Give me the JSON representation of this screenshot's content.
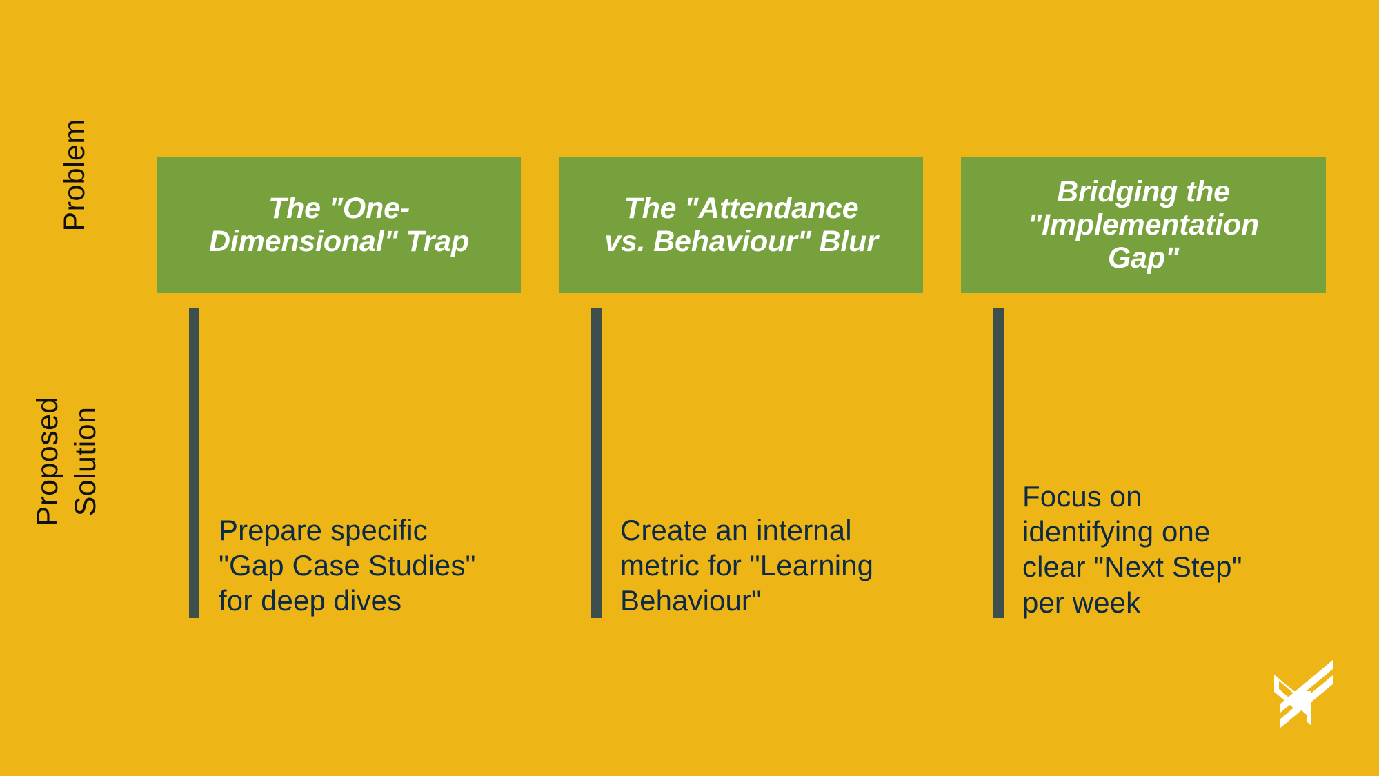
{
  "slide": {
    "background_color": "#EEB516",
    "box_color": "#76A13C",
    "connector_color": "#3C4F4C",
    "title_text_color": "#FFFFFF",
    "body_text_color": "#0D2A46"
  },
  "rows": {
    "problem_label": "Problem",
    "solution_label": "Proposed\nSolution"
  },
  "columns": [
    {
      "problem_title": "The \"One-\nDimensional\" Trap",
      "solution_text": "Prepare specific\n\"Gap Case Studies\"\nfor deep dives"
    },
    {
      "problem_title": "The \"Attendance\nvs. Behaviour\" Blur",
      "solution_text": "Create an internal\nmetric for \"Learning\nBehaviour\""
    },
    {
      "problem_title": "Bridging the\n\"Implementation\nGap\"",
      "solution_text": "Focus on\nidentifying one\nclear \"Next Step\"\nper week"
    }
  ],
  "logo": {
    "name": "double-chevron-x-logo",
    "color": "#FFFFFF"
  }
}
